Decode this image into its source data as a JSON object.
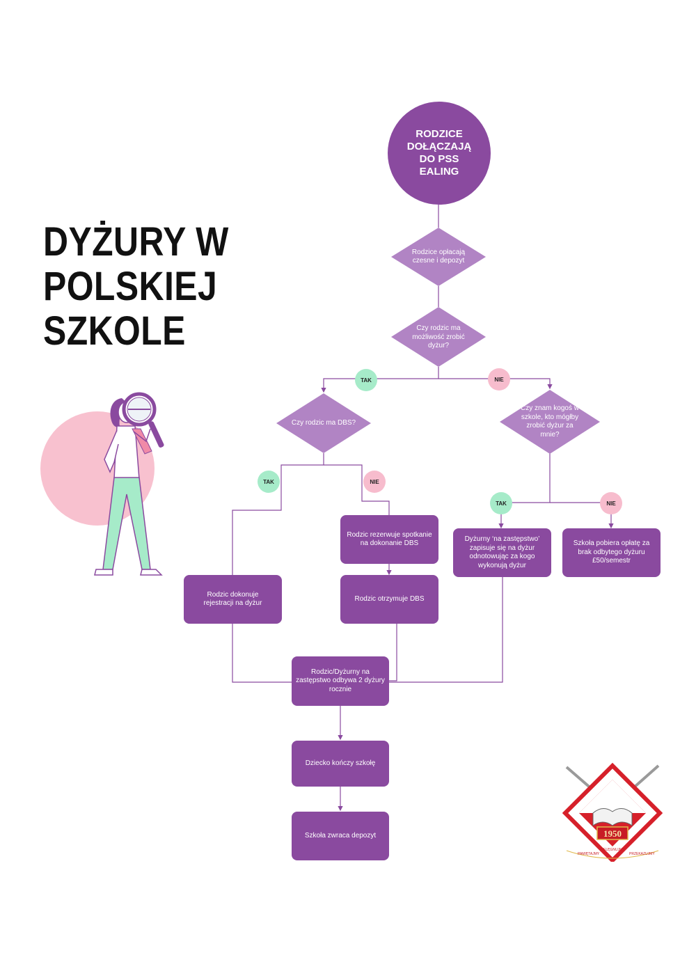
{
  "title": {
    "line1": "DYŻURY W",
    "line2": "POLSKIEJ",
    "line3": "SZKOLE"
  },
  "colors": {
    "primary": "#8a4a9f",
    "diamond": "#b184c4",
    "tak": "#a6ebc9",
    "nie": "#f7bccd",
    "accent_circle": "#f8c1cf"
  },
  "flow": {
    "start": "RODZICE DOŁĄCZAJĄ DO PSS EALING",
    "d1": "Rodzice opłacają czesne i depozyt",
    "d2": "Czy rodzic ma możliwość zrobić dyżur?",
    "d3": "Czy rodzic ma DBS?",
    "d4": "Czy znam kogoś w szkole, kto mógłby zrobić dyżur za mnie?",
    "r_register": "Rodzic dokonuje rejestracji na dyżur",
    "r_book": "Rodzic rezerwuje spotkanie na dokonanie DBS",
    "r_receive": "Rodzic otrzymuje DBS",
    "r_sub": "Dyżurny ‘na zastępstwo’ zapisuje się na dyżur odnotowując za kogo wykonują dyżur",
    "r_fee": "Szkoła pobiera opłatę za brak odbytego dyżuru £50/semestr",
    "r_two": "Rodzic/Dyżurny na zastępstwo odbywa 2 dyżury rocznie",
    "r_finish": "Dziecko kończy szkołę",
    "r_return": "Szkoła zwraca depozyt"
  },
  "labels": {
    "yes": "TAK",
    "no": "NIE"
  },
  "logo": {
    "year": "1950",
    "motto_left": "PAMIĘTAJMY",
    "motto_center": "PIELĘGNUJMY",
    "motto_right": "PRZEKAZUJMY"
  },
  "icons": [
    "magnifier-woman-illustration",
    "school-logo"
  ]
}
